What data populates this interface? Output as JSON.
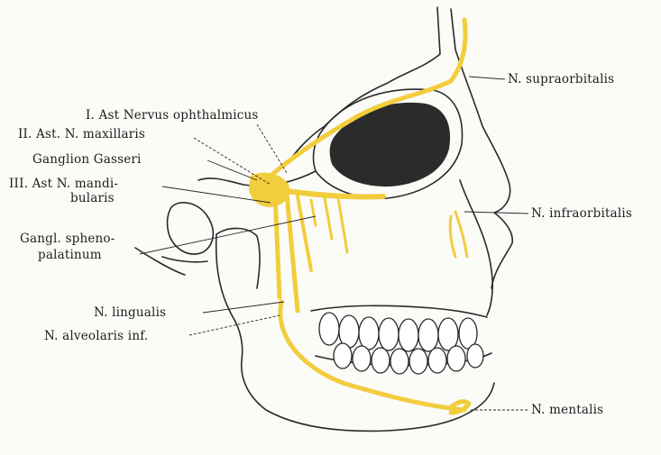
{
  "labels": {
    "ophthalmicus": "I. Ast Nervus ophthalmicus",
    "maxillaris": "II. Ast. N. maxillaris",
    "gasseri": "Ganglion Gasseri",
    "mandibularis_1": "III. Ast N. mandi-",
    "mandibularis_2": "bularis",
    "spheno_1": "Gangl. spheno-",
    "spheno_2": "palatinum",
    "lingualis": "N. lingualis",
    "alveolaris": "N. alveolaris inf.",
    "supraorbitalis": "N. supraorbitalis",
    "infraorbitalis": "N. infraorbitalis",
    "mentalis": "N. mentalis"
  },
  "colors": {
    "nerve": "#f2cd3c",
    "bone_line": "#2a2a2a",
    "orbit_dark": "#2b2b2b",
    "background": "#fbfbf8"
  }
}
